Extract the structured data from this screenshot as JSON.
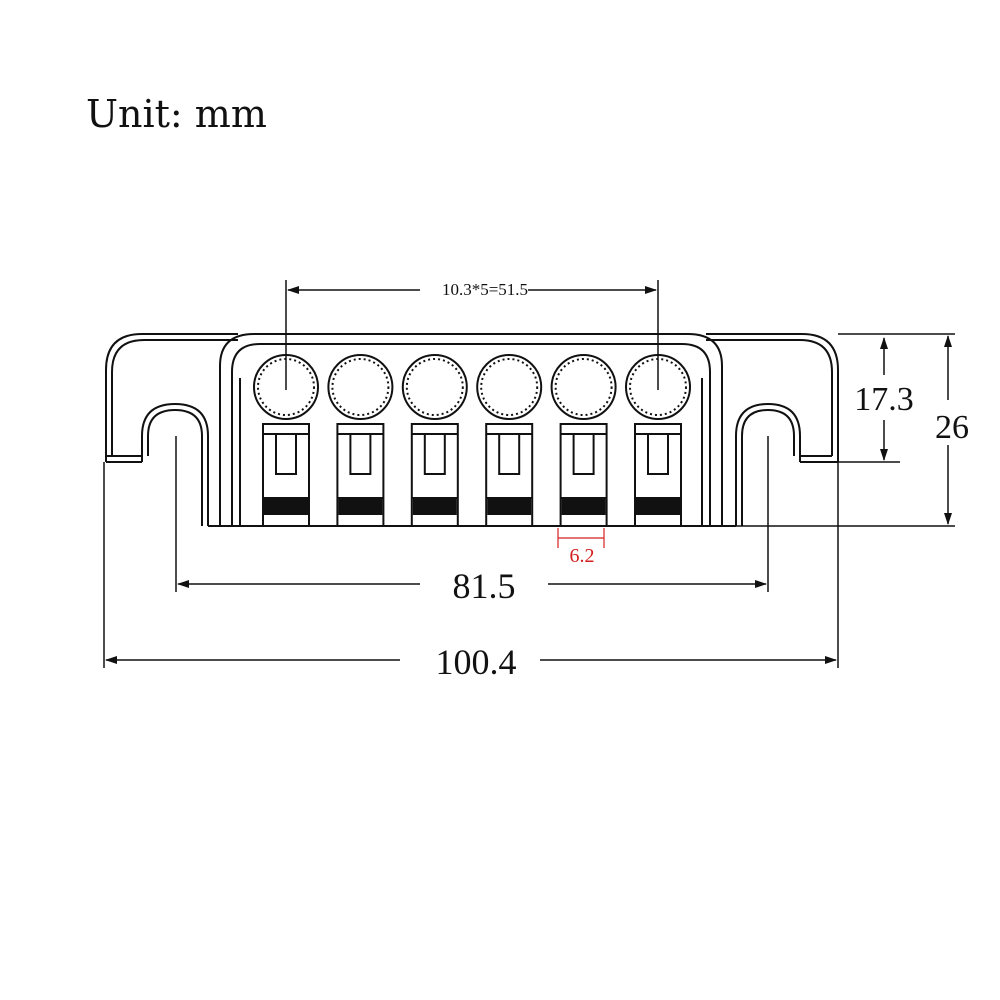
{
  "unit_label": "Unit: mm",
  "dimensions": {
    "string_spacing": "10.3*5=51.5",
    "inner_height": "17.3",
    "total_height": "26",
    "saddle_width": "6.2",
    "mount_spacing": "81.5",
    "overall_width": "100.4"
  },
  "colors": {
    "line": "#111111",
    "highlight_dimension": "#d42020"
  },
  "saddle_count": 6
}
